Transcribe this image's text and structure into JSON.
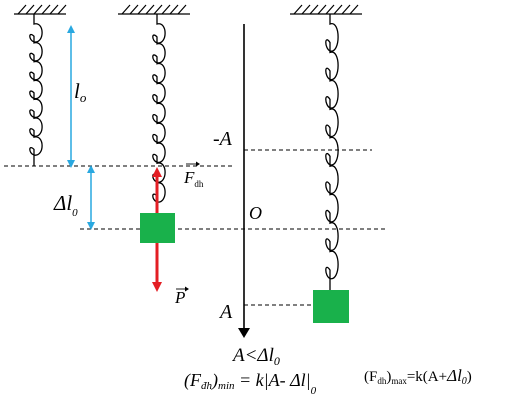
{
  "labels": {
    "l0_main": "l",
    "l0_sub": "o",
    "delta": "Δ",
    "dl_main": "l",
    "dl_sub": "0",
    "f_dh": "F",
    "f_dh_sub": "dh",
    "p": "P",
    "neg_a": "-A",
    "o": "O",
    "a": "A"
  },
  "formulas": {
    "condition": "A<Δl",
    "condition_sub": "0",
    "min_prefix": "(F",
    "min_sub1": "đh",
    "min_paren": ")",
    "min_sub2": "min",
    "min_rhs": " = k|A- Δl|",
    "min_rhs_sub": "0",
    "max_prefix": "(F",
    "max_sub1": "dh",
    "max_paren": ")",
    "max_sub2": "max",
    "max_rhs": "=k(A+",
    "max_delta": "Δl",
    "max_delta_sub": "0",
    "max_close": ")"
  },
  "colors": {
    "force_arrow": "#e31e24",
    "mass_block": "#19b14b",
    "length_marker": "#29a8e0",
    "lines": "#000000"
  }
}
